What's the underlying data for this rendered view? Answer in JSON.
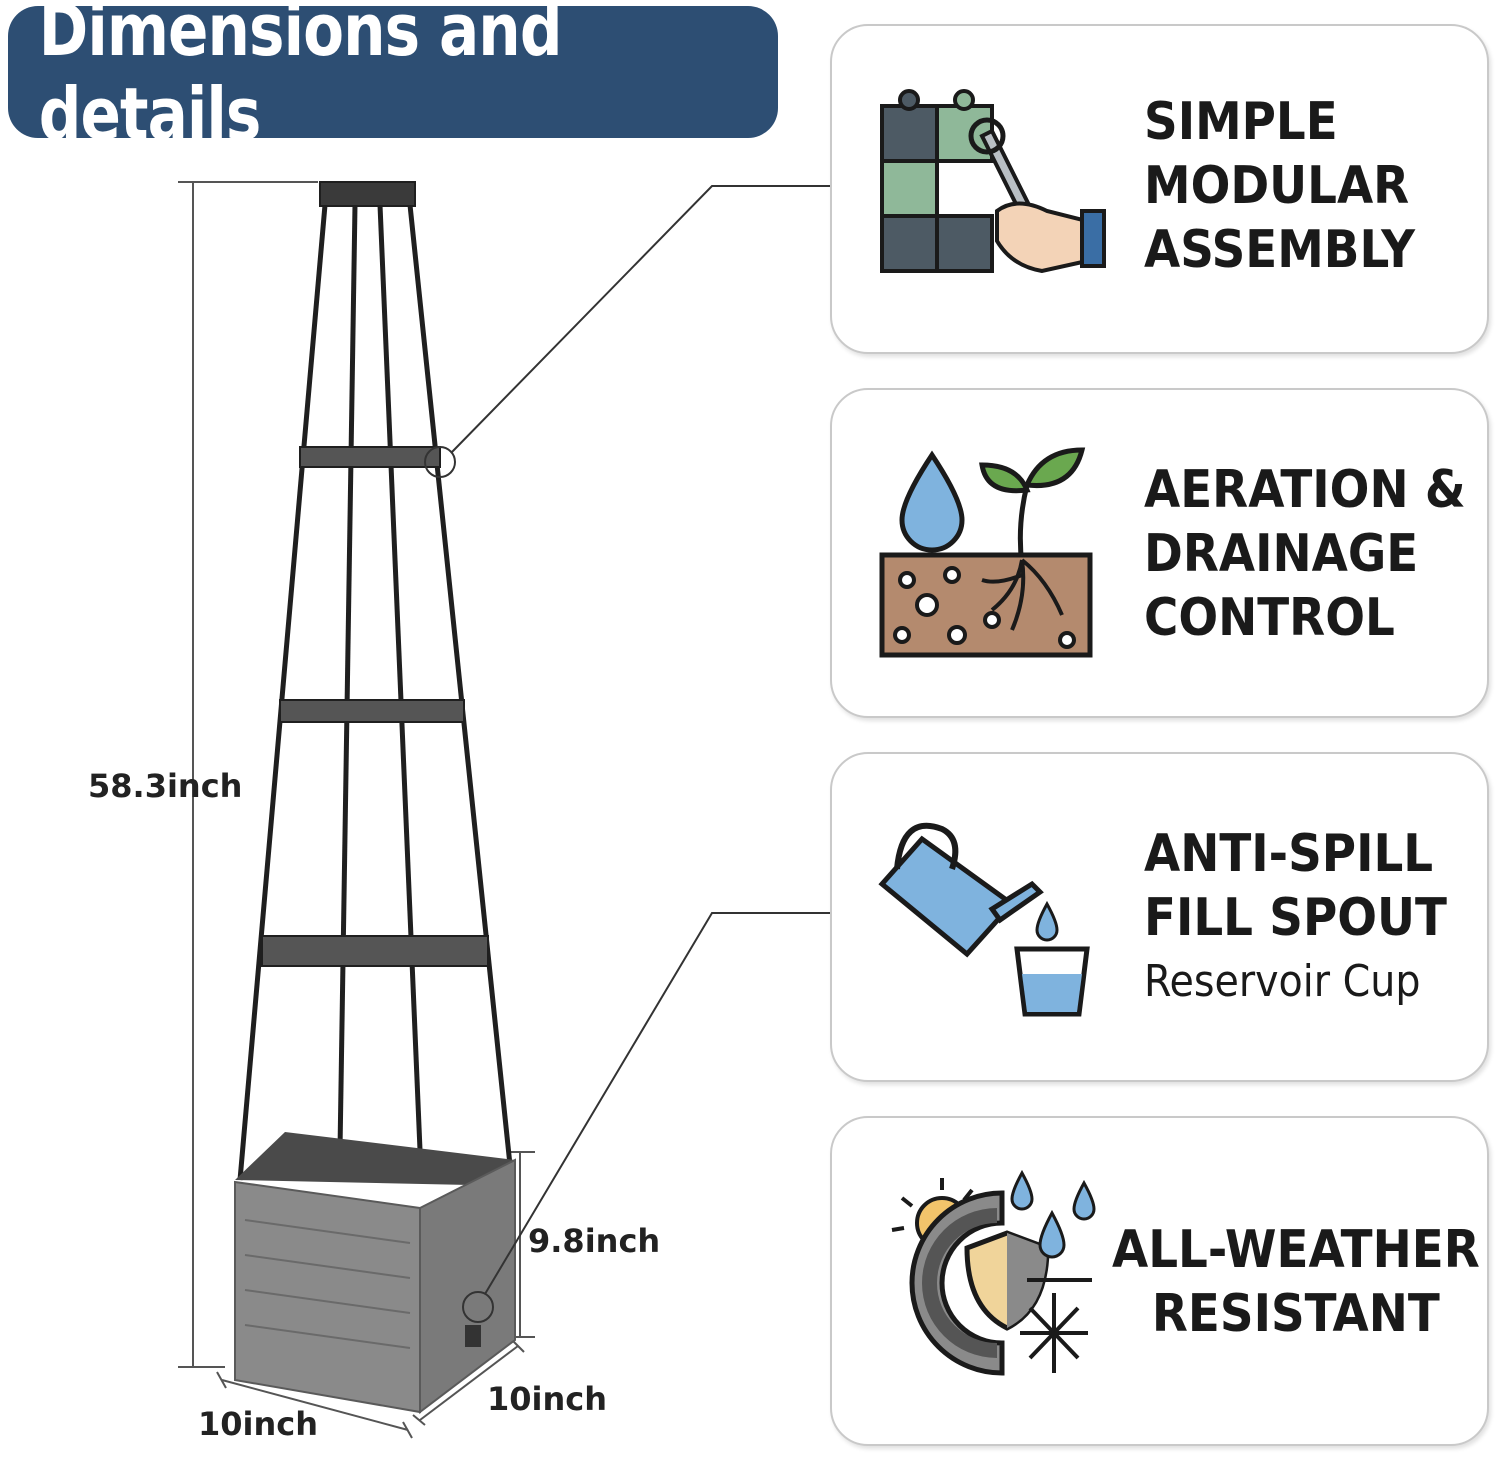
{
  "title": "Dimensions and details",
  "dimensions": {
    "height": "58.3inch",
    "pot_height": "9.8inch",
    "width": "10inch",
    "depth": "10inch"
  },
  "features": [
    {
      "icon": "puzzle-wrench-icon",
      "lines": [
        "SIMPLE",
        "MODULAR",
        "ASSEMBLY"
      ]
    },
    {
      "icon": "water-plant-soil-icon",
      "lines": [
        "AERATION &",
        "DRAINAGE",
        "CONTROL"
      ]
    },
    {
      "icon": "watering-can-cup-icon",
      "lines": [
        "ANTI-SPILL",
        "FILL SPOUT"
      ],
      "sub": "Reservoir Cup"
    },
    {
      "icon": "gear-shield-weather-icon",
      "lines": [
        "ALL-WEATHER",
        "RESISTANT"
      ]
    }
  ],
  "colors": {
    "banner": "#2d4e73",
    "pot": "#808080",
    "frame": "#1f1f1f"
  }
}
